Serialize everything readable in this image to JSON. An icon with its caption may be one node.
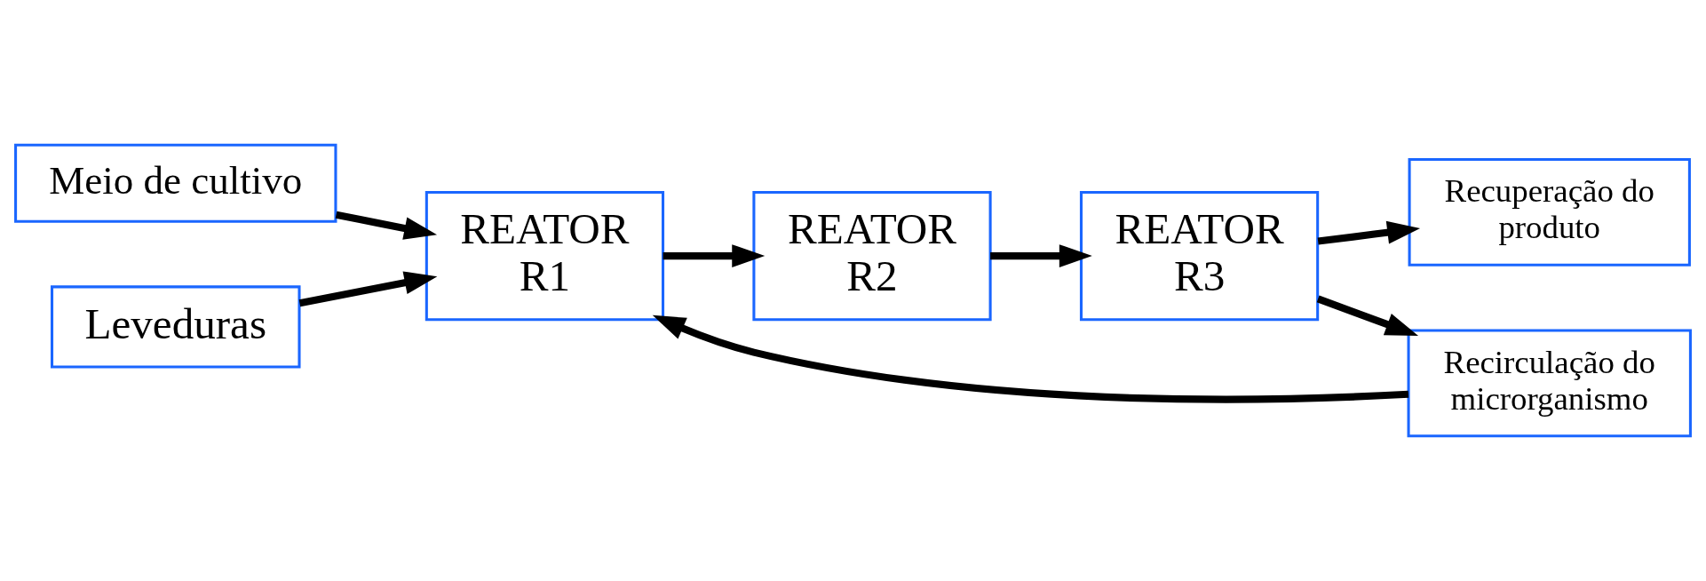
{
  "diagram": {
    "nodes": [
      {
        "text": [
          "Meio de cultivo"
        ]
      },
      {
        "text": [
          "Leveduras"
        ]
      },
      {
        "text": [
          "REATOR R1"
        ]
      },
      {
        "text": [
          "REATOR R2"
        ]
      },
      {
        "text": [
          "REATOR R3"
        ]
      },
      {
        "text": [
          "Recuperação do produto"
        ]
      },
      {
        "text": [
          "Recirculação do microrganismo"
        ]
      }
    ],
    "edges": [
      {
        "from": 0,
        "to": 2,
        "arrow": "to"
      },
      {
        "from": 1,
        "to": 2,
        "arrow": "to"
      },
      {
        "from": 2,
        "to": 3,
        "arrow": "to"
      },
      {
        "from": 3,
        "to": 4,
        "arrow": "to"
      },
      {
        "from": 4,
        "to": 5,
        "arrow": "to"
      },
      {
        "from": 4,
        "to": 6,
        "arrow": "to"
      },
      {
        "from": 6,
        "to": 2,
        "arrow": "to"
      }
    ]
  }
}
